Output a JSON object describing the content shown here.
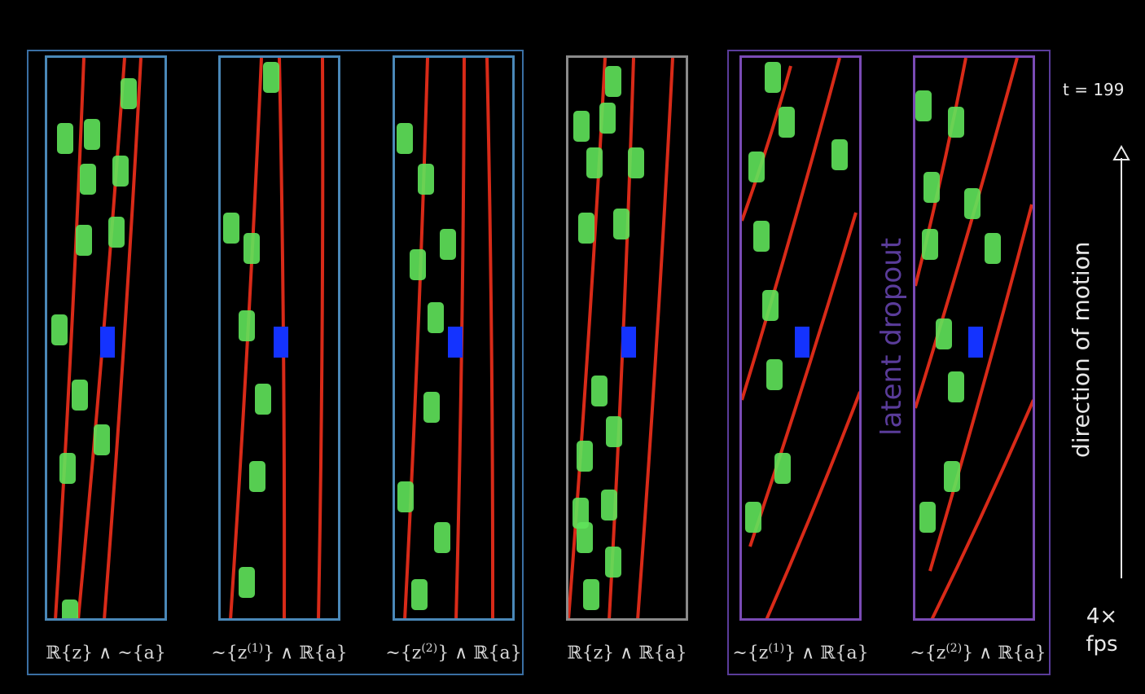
{
  "colors": {
    "background": "#000000",
    "group_blue": "#3a6fa3",
    "frame_blue": "#4a88b8",
    "frame_gray": "#8a8a8a",
    "group_purple": "#5a3c9a",
    "frame_purple": "#7a4bb5",
    "lane_red": "#d82a18",
    "car_green": "#5fe35a",
    "ego_blue": "#1433ff",
    "dropout_text": "#5a3c9a"
  },
  "panels": [
    {
      "id": "p1",
      "caption_pre": "ℝ{z} ∧ ~{a}",
      "caption_sup": "",
      "caption_post": ""
    },
    {
      "id": "p2",
      "caption_pre": "~{z",
      "caption_sup": "(1)",
      "caption_post": "} ∧ ℝ{a}"
    },
    {
      "id": "p3",
      "caption_pre": "~{z",
      "caption_sup": "(2)",
      "caption_post": "} ∧ ℝ{a}"
    },
    {
      "id": "p4",
      "caption_pre": "ℝ{z} ∧ ℝ{a}",
      "caption_sup": "",
      "caption_post": ""
    },
    {
      "id": "p5",
      "caption_pre": "~{z",
      "caption_sup": "(1)",
      "caption_post": "} ∧ ℝ{a}"
    },
    {
      "id": "p6",
      "caption_pre": "~{z",
      "caption_sup": "(2)",
      "caption_post": "} ∧ ℝ{a}"
    }
  ],
  "labels": {
    "latent_dropout": "latent dropout",
    "direction": "direction of motion",
    "time": "t = 199",
    "fps_line1": "4×",
    "fps_line2": "fps"
  },
  "icons": {
    "arrow": "arrow-up-icon"
  }
}
